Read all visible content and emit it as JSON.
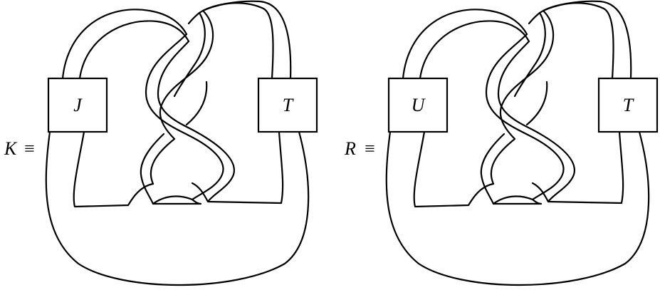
{
  "diagrams": [
    {
      "lhs": "K",
      "equiv": "≡",
      "box_left": "J",
      "box_right": "T"
    },
    {
      "lhs": "R",
      "equiv": "≡",
      "box_left": "U",
      "box_right": "T"
    }
  ],
  "colors": {
    "stroke": "#000000",
    "background": "#ffffff"
  }
}
